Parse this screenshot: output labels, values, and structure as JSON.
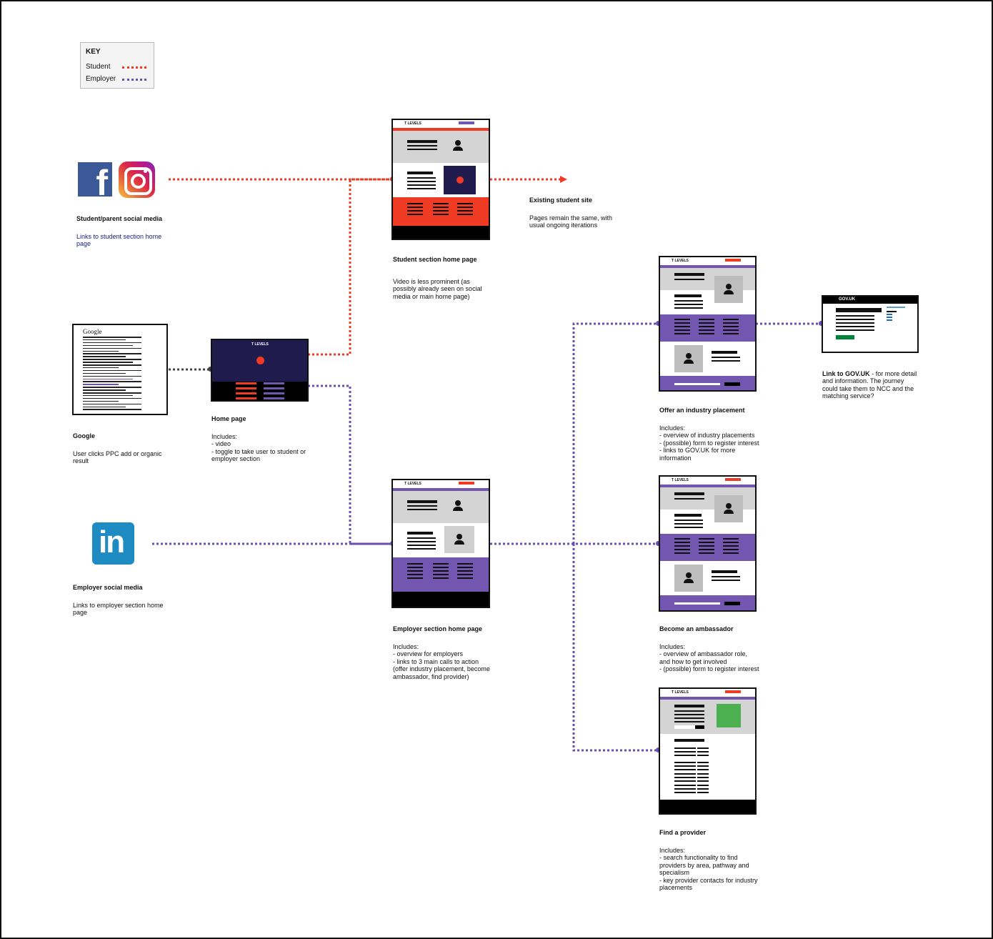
{
  "colors": {
    "student": "#ef3b24",
    "employer": "#6a4fb3",
    "neutral": "#444444",
    "navy": "#1f1b4c",
    "purple": "#7256b0",
    "green": "#4caf50",
    "govuk_green": "#00823b"
  },
  "key": {
    "title": "KEY",
    "items": [
      {
        "label": "Student",
        "color": "#ef3b24"
      },
      {
        "label": "Employer",
        "color": "#6a4fb3"
      }
    ]
  },
  "icons": [
    "facebook-icon",
    "instagram-icon",
    "linkedin-icon",
    "google-results-icon",
    "person-icon",
    "play-icon"
  ],
  "sources": {
    "social": {
      "title": "Student/parent social media",
      "desc": "Links to student section home page"
    },
    "google": {
      "logo": "Google",
      "title": "Google",
      "desc": "User clicks PPC add or organic result"
    },
    "linkedin": {
      "glyph": "in",
      "title": "Employer social media",
      "desc": "Links to employer section home page"
    },
    "facebook": {
      "glyph": "f"
    }
  },
  "pages": {
    "home": {
      "title": "Home page",
      "desc": "Includes:\n- video\n- toggle to take user to student or employer section",
      "logo": "T LEVELS"
    },
    "student": {
      "title": "Student section home page",
      "desc": "Video is less prominent (as possibly already seen on social media or main home page)",
      "logo": "T LEVELS"
    },
    "existing": {
      "title": "Existing student site",
      "desc": "Pages remain the same, with usual ongoing iterations"
    },
    "employer": {
      "title": "Employer section home page",
      "desc": "Includes:\n- overview for employers\n- links to 3 main calls to action (offer industry placement, become ambassador, find provider)",
      "logo": "T LEVELS"
    },
    "placement": {
      "title": "Offer an industry placement",
      "desc": "Includes:\n- overview of industry placements\n- (possible) form to register interest\n- links to GOV.UK for more information",
      "logo": "T LEVELS"
    },
    "ambassador": {
      "title": "Become an ambassador",
      "desc": "Includes:\n- overview of ambassador role, and how to get involved\n- (possible) form to register interest",
      "logo": "T LEVELS"
    },
    "provider": {
      "title": "Find a provider",
      "desc": "Includes:\n- search functionality to find providers by area, pathway and specialism\n- key provider contacts for industry placements",
      "logo": "T LEVELS"
    },
    "govuk": {
      "header": "GOV.UK",
      "title": "Link to GOV.UK",
      "desc": "- for more detail and information. The journey could take them to NCC and the matching service?"
    }
  }
}
